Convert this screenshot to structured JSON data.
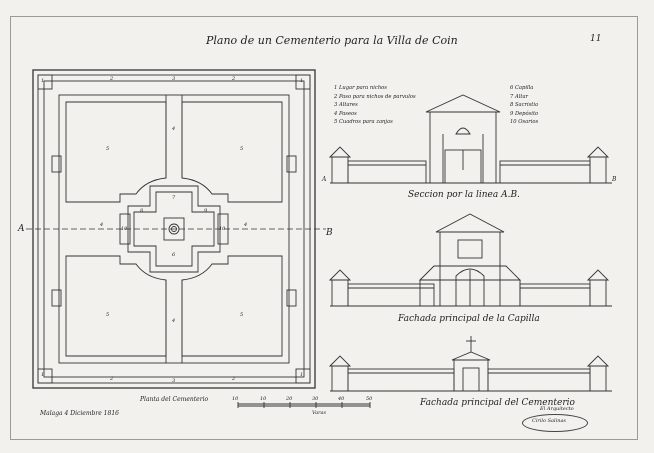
{
  "title": "Plano de un Cementerio para la Villa de Coin",
  "page_number": "11",
  "plan_caption": "Planta del Cementerio",
  "date": "Malaga 4 Diciembre 1816",
  "scale_label": "Varas",
  "scale_ticks": [
    "10",
    "10",
    "20",
    "30",
    "40",
    "50"
  ],
  "section_caption": "Seccion por la linea A.B.",
  "chapel_caption": "Fachada principal de la Capilla",
  "main_caption": "Fachada principal del Cementerio",
  "letter_a": "A",
  "letter_b": "B",
  "legend_left": [
    "1 Lugar para nichos",
    "2 Paso para nichos de parvulos",
    "3 Altares",
    "4 Paseos",
    "5 Cuadros para zanjas"
  ],
  "legend_right": [
    "6 Capilla",
    "7 Altar",
    "8 Sacristia",
    "9 Depósito",
    "10 Osarios"
  ],
  "signature_title": "El Arquitecto",
  "signature_name": "Cirilo Salinas",
  "plan_numbers": {
    "corner": "1",
    "wall": "2",
    "gate": "3",
    "path": "4",
    "square": "5",
    "chapel": "6",
    "altar": "7",
    "sacristy": "8",
    "deposit": "9",
    "ossuary": "10"
  }
}
